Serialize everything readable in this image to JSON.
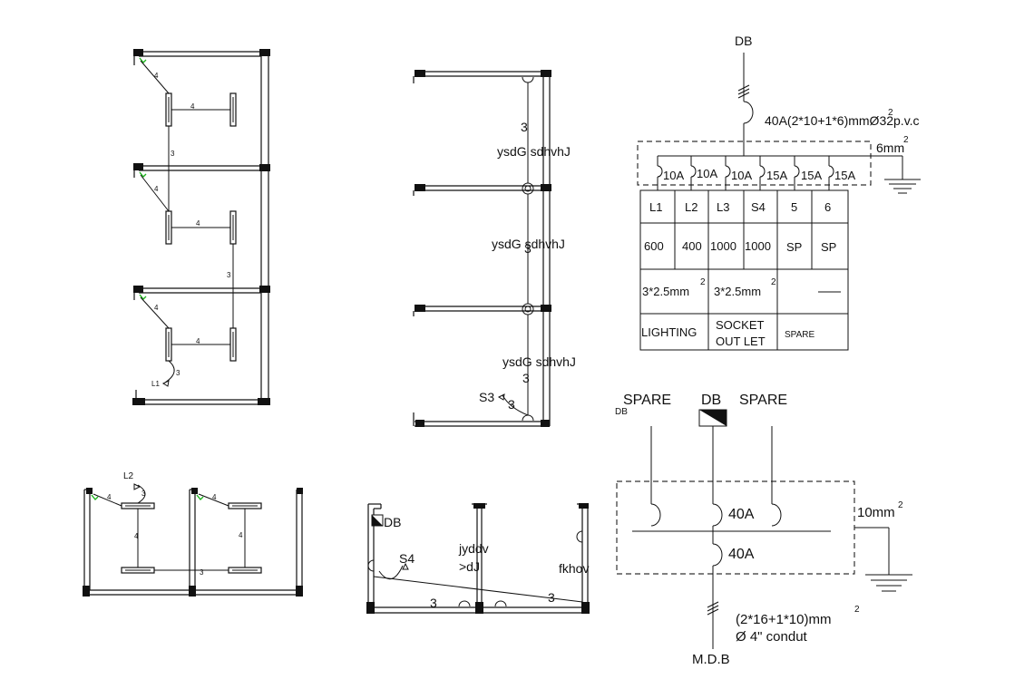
{
  "plan_a": {
    "wire_4": "4",
    "wire_3": "3",
    "point_l1": "L1"
  },
  "plan_b": {
    "room_label": "ysdG sdhvhJ",
    "wire_3": "3",
    "point_s3": "S3"
  },
  "plan_c": {
    "wire_4": "4",
    "wire_3": "3",
    "point_l2": "L2"
  },
  "plan_d": {
    "db_label": "DB",
    "point_s4": "S4",
    "room_label_1a": "jyddv",
    "room_label_1b": ">dJ",
    "room_label_2": "fkhov",
    "wire_3": "3"
  },
  "panel_schedule": {
    "db_label": "DB",
    "main_cable": "40A(2*10+1*6)mmØ32p.v.c",
    "main_cable_sup": "2",
    "earth_label": "6mm",
    "earth_sup": "2",
    "breakers": [
      "10A",
      "10A",
      "10A",
      "15A",
      "15A",
      "15A"
    ],
    "circuits": [
      "L1",
      "L2",
      "L3",
      "S4",
      "5",
      "6"
    ],
    "loads": [
      "600",
      "400",
      "1000",
      "1000",
      "SP",
      "SP"
    ],
    "cable_lighting": "3*2.5mm",
    "cable_socket": "3*2.5mm",
    "cable_sup": "2",
    "group_lighting": "LIGHTING",
    "group_socket_1": "SOCKET",
    "group_socket_2": "OUT LET",
    "group_spare": "SPARE"
  },
  "riser_diagram": {
    "spare_left": "SPARE",
    "db_small": "DB",
    "db_center": "DB",
    "spare_right": "SPARE",
    "breaker_upper": "40A",
    "breaker_lower": "40A",
    "earth_label": "10mm",
    "earth_sup": "2",
    "feeder_cable": "(2*16+1*10)mm",
    "feeder_sup": "2",
    "conduit": "Ø  4\" condut",
    "mdb_label": "M.D.B"
  }
}
